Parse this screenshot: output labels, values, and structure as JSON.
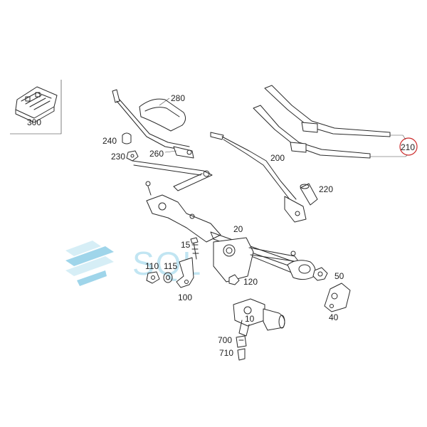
{
  "diagram": {
    "callouts": {
      "c300": "300",
      "c280": "280",
      "c240": "240",
      "c230": "230",
      "c260": "260",
      "c200": "200",
      "c210": "210",
      "c220": "220",
      "c20": "20",
      "c15": "15",
      "c110": "110",
      "c115": "115",
      "c100": "100",
      "c120": "120",
      "c10": "10",
      "c50": "50",
      "c40": "40",
      "c700": "700",
      "c710": "710"
    },
    "highlighted_callout": "210",
    "highlight_color": "#cc2a2a",
    "watermark": {
      "text": "SQL",
      "color": "#8fd0e8",
      "logo_colors": [
        "#7fc7e3",
        "#c9e9f3"
      ]
    }
  }
}
